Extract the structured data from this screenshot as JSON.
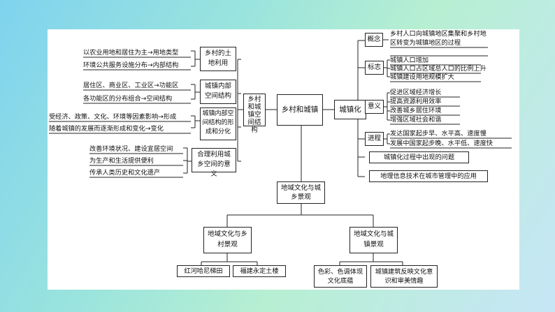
{
  "root": {
    "label": "乡村和城镇"
  },
  "structure": {
    "label": "乡村和城镇空间结构",
    "land_use": {
      "label": "乡村的土地利用",
      "items": [
        "以农业用地和居住为主→用地类型",
        "环境公共服务设施分布→内部结构"
      ]
    },
    "internal": {
      "label": "城镇内部空间结构",
      "items": [
        "居住区、商业区、工业区→功能区",
        "各功能区的分布组合→空间结构"
      ]
    },
    "formation": {
      "label": "城镇内部空间结构的形成和分化",
      "items": [
        "受经济、政策、文化、环境等因素影响→形成",
        "随着城镇的发展而逐渐形成和变化→变化"
      ]
    },
    "significance": {
      "label": "合理利用城乡空间的意义",
      "items": [
        "改善环境状况、建设宜居空间",
        "为生产和生活提供便利",
        "传承人类历史和文化遗产"
      ]
    }
  },
  "urbanization": {
    "label": "城镇化",
    "concept": {
      "tag": "概念",
      "text": "乡村人口向城镇地区集聚和乡村地区转变为城镇地区的过程"
    },
    "indicator": {
      "tag": "标志",
      "items": [
        "城镇人口增加",
        "城镇人口占区域总人口的比例上升",
        "城镇建设用地规模扩大"
      ]
    },
    "meaning": {
      "tag": "意义",
      "items": [
        "促进区域经济增长",
        "提高资源利用效率",
        "改善城乡居住环境",
        "增强区域社会和谐"
      ]
    },
    "process": {
      "tag": "进程",
      "items": [
        "发达国家起步早、水平高、速度慢",
        "发展中国家起步晚、水平低、速度快"
      ]
    },
    "problems": "城镇化过程中出现的问题",
    "gis": "地理信息技术在城市管理中的应用"
  },
  "landscape": {
    "label": "地域文化与城乡景观",
    "rural": {
      "label": "地域文化与乡村景观",
      "examples": [
        "红河哈尼梯田",
        "福建永定土楼"
      ]
    },
    "urban": {
      "label": "地域文化与城镇景观",
      "examples": [
        "色彩、色调体现文化底蕴",
        "城镇建筑反映文化意识和审美情趣"
      ]
    }
  }
}
